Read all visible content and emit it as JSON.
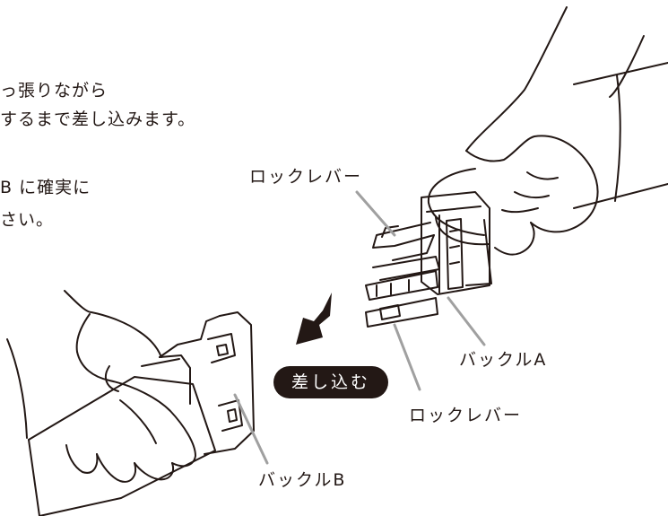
{
  "instructions": {
    "line1": "っ張りながら",
    "line2": "するまで差し込みます。",
    "line3": "B に確実に",
    "line4": "さい。"
  },
  "labels": {
    "lock_lever_top": "ロックレバー",
    "lock_lever_bottom": "ロックレバー",
    "buckle_a": "バックルA",
    "buckle_b": "バックルB",
    "insert_badge": "差し込む"
  },
  "colors": {
    "ink": "#231815",
    "leader": "#a0a0a0",
    "background": "#ffffff"
  },
  "icons": {
    "direction": "arrow-left-down-icon"
  }
}
